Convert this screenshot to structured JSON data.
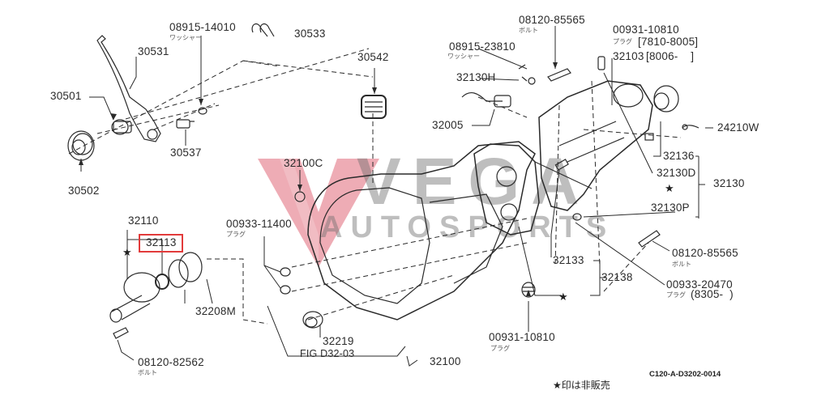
{
  "diagram": {
    "type": "exploded-parts-diagram",
    "subject": "Manual transmission case assembly",
    "figure_ref": "FIG D32-03",
    "drawing_code": "C120-A-D3202-0014",
    "footnote": "★印は非販売",
    "highlighted_part": "32113",
    "colors": {
      "line": "#2a2a2a",
      "highlight": "#e23b3b",
      "watermark_red": "#e8909c",
      "watermark_gray": "#8c8c8c"
    }
  },
  "watermark": {
    "brand_top": "VEGA",
    "brand_bottom": "AUTOSPORTS"
  },
  "parts": [
    {
      "id": "p08915-14010",
      "number": "08915-14010",
      "desc": "ワッシャー"
    },
    {
      "id": "p30533",
      "number": "30533"
    },
    {
      "id": "p30531",
      "number": "30531"
    },
    {
      "id": "p30501",
      "number": "30501"
    },
    {
      "id": "p30537",
      "number": "30537"
    },
    {
      "id": "p30502",
      "number": "30502"
    },
    {
      "id": "p30542",
      "number": "30542"
    },
    {
      "id": "p08120-85565-top",
      "number": "08120-85565",
      "desc": "ボルト"
    },
    {
      "id": "p08915-23810",
      "number": "08915-23810",
      "desc": "ワッシャー"
    },
    {
      "id": "p32130H",
      "number": "32130H"
    },
    {
      "id": "p32005",
      "number": "32005"
    },
    {
      "id": "p00931-10810-top",
      "number": "00931-10810",
      "desc": "プラグ",
      "range": "[7810-8005]"
    },
    {
      "id": "p32103",
      "number": "32103",
      "range": "[8006-    ]"
    },
    {
      "id": "p24210W",
      "number": "24210W"
    },
    {
      "id": "p32136",
      "number": "32136"
    },
    {
      "id": "p32130D",
      "number": "32130D"
    },
    {
      "id": "p32130",
      "number": "32130"
    },
    {
      "id": "p32130P",
      "number": "32130P"
    },
    {
      "id": "p32100C",
      "number": "32100C"
    },
    {
      "id": "p00933-11400",
      "number": "00933-11400",
      "desc": "プラグ"
    },
    {
      "id": "p32110",
      "number": "32110"
    },
    {
      "id": "p32113",
      "number": "32113"
    },
    {
      "id": "p32208M",
      "number": "32208M"
    },
    {
      "id": "p08120-82562",
      "number": "08120-82562",
      "desc": "ボルト"
    },
    {
      "id": "p32219",
      "number": "32219"
    },
    {
      "id": "p32100",
      "number": "32100"
    },
    {
      "id": "p00931-10810-bottom",
      "number": "00931-10810",
      "desc": "プラグ"
    },
    {
      "id": "p32133",
      "number": "32133"
    },
    {
      "id": "p32138",
      "number": "32138"
    },
    {
      "id": "p08120-85565-right",
      "number": "08120-85565",
      "desc": "ボルト"
    },
    {
      "id": "p00933-20470",
      "number": "00933-20470",
      "desc": "プラグ",
      "range": "(8305-  )"
    }
  ],
  "markers": {
    "star": "★"
  }
}
